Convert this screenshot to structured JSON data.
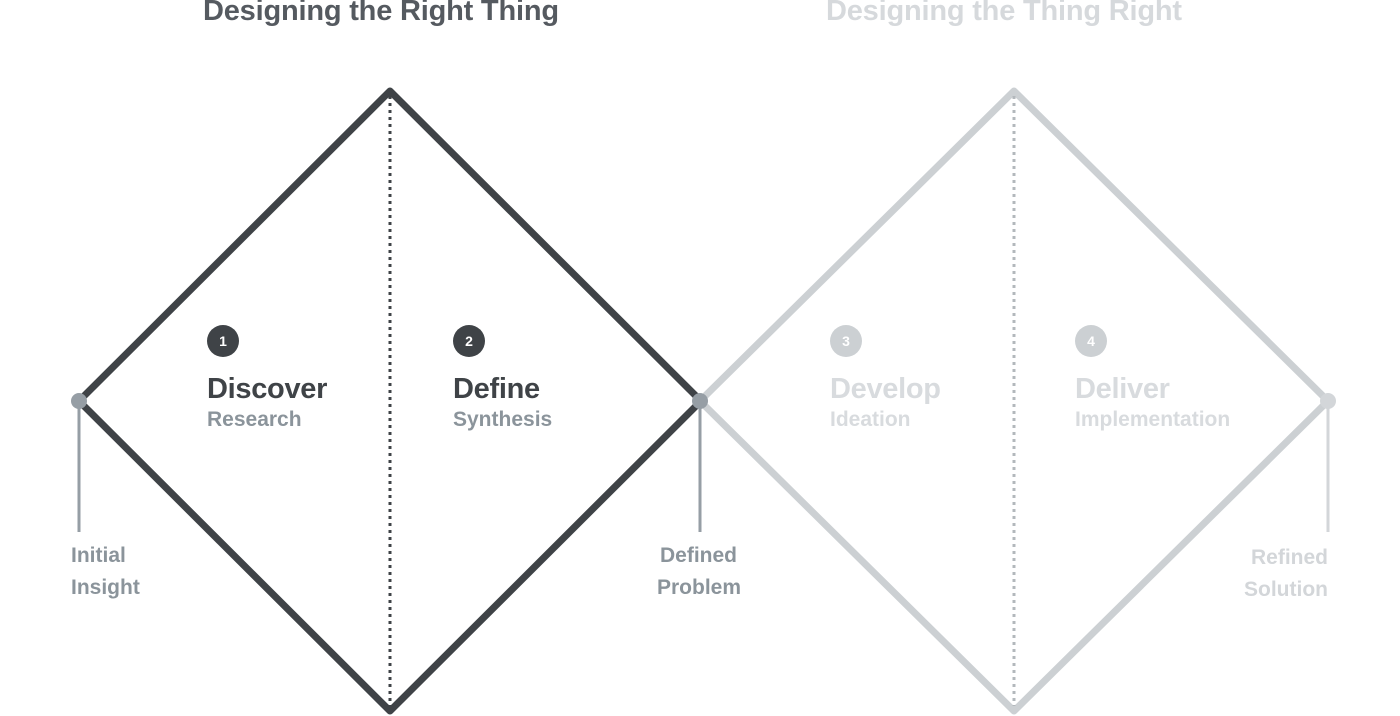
{
  "titles": {
    "left": "Designing the Right Thing",
    "right": "Designing the Thing Right"
  },
  "phases": [
    {
      "number": "1",
      "name": "Discover",
      "subtitle": "Research"
    },
    {
      "number": "2",
      "name": "Define",
      "subtitle": "Synthesis"
    },
    {
      "number": "3",
      "name": "Develop",
      "subtitle": "Ideation"
    },
    {
      "number": "4",
      "name": "Deliver",
      "subtitle": "Implementation"
    }
  ],
  "endpoints": [
    {
      "line1": "Initial",
      "line2": "Insight"
    },
    {
      "line1": "Defined",
      "line2": "Problem"
    },
    {
      "line1": "Refined",
      "line2": "Solution"
    }
  ],
  "colors": {
    "active_stroke": "#3f4347",
    "inactive_stroke": "#ccd0d3",
    "endpoint_dot": "#969ea5",
    "endpoint_dot_faded": "#d3d6d9"
  }
}
